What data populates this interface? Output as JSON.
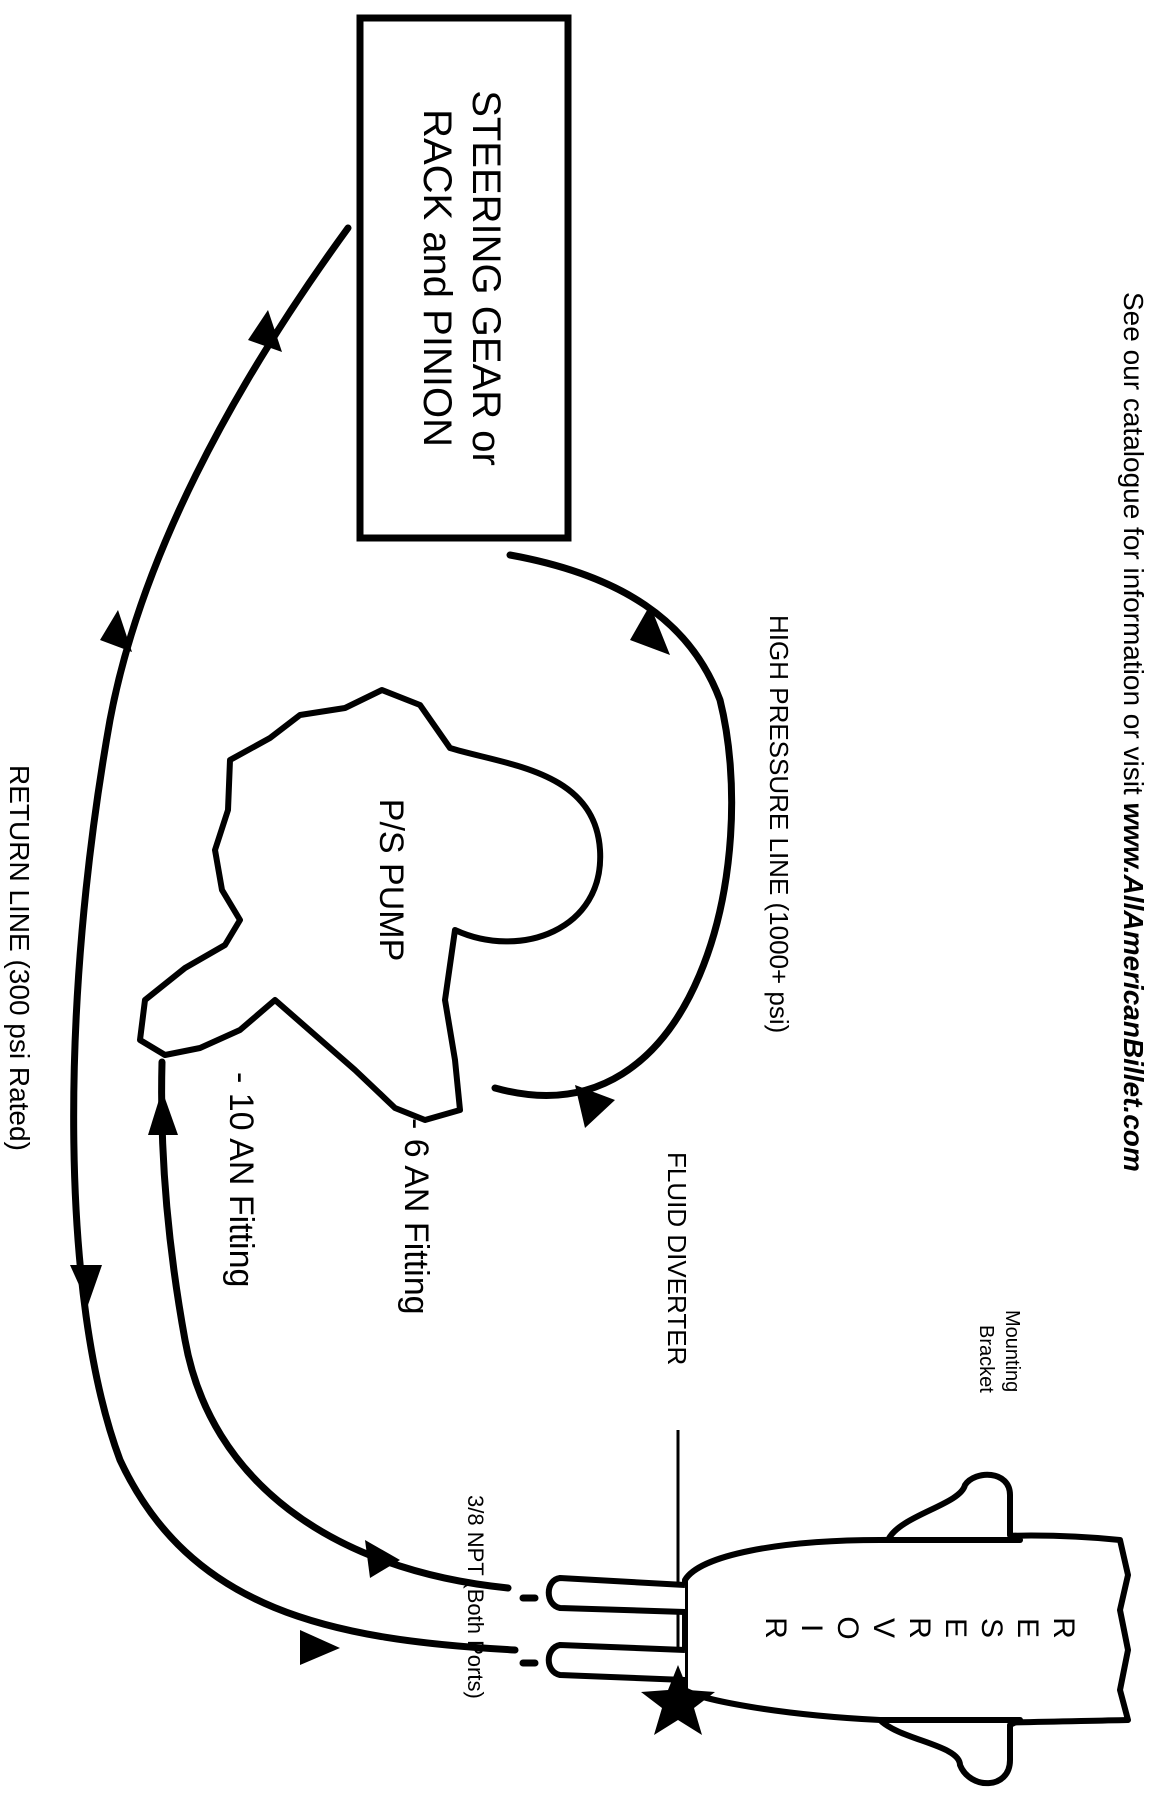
{
  "labels": {
    "steering_line1": "STEERING GEAR or",
    "steering_line2": "RACK and  PINION",
    "pump": "P/S  PUMP",
    "high_pressure": "HIGH PRESSURE LINE  (1000+ psi)",
    "return_line": "RETURN LINE  (300 psi Rated)",
    "fitting_6an": "- 6 AN Fitting",
    "fitting_10an": "- 10 AN Fitting",
    "fluid_diverter": "FLUID DIVERTER",
    "mounting_1": "Mounting",
    "mounting_2": "Bracket",
    "npt": "3/8 NPT (Both Ports)",
    "reservoir_letters": [
      "R",
      "E",
      "S",
      "E",
      "R",
      "V",
      "O",
      "I",
      "R"
    ]
  },
  "footer": {
    "prefix": "See our catalogue for information or visit ",
    "url": "www.AllAmericanBillet.com"
  },
  "colors": {
    "ink": "#000000",
    "paper": "#ffffff"
  }
}
